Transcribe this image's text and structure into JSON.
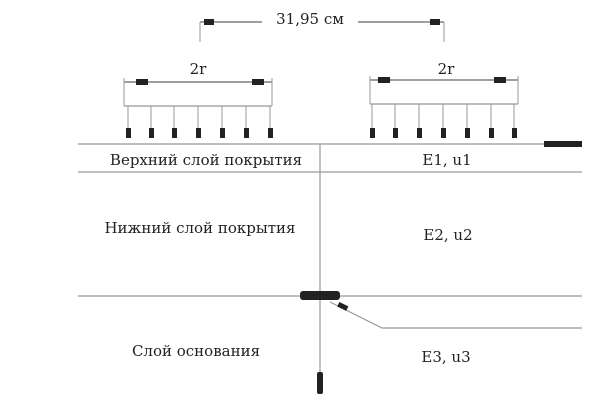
{
  "diagram": {
    "spacing_label": "31,95 см",
    "load_left_label": "2r",
    "load_right_label": "2r",
    "layers": [
      {
        "name": "Верхний слой покрытия",
        "params": "E1, u1"
      },
      {
        "name": "Нижний слой покрытия",
        "params": "E2, u2"
      },
      {
        "name": "Слой основания",
        "params": "E3, u3"
      }
    ],
    "colors": {
      "ink": "#222222",
      "line": "#999999",
      "background": "#ffffff"
    }
  }
}
